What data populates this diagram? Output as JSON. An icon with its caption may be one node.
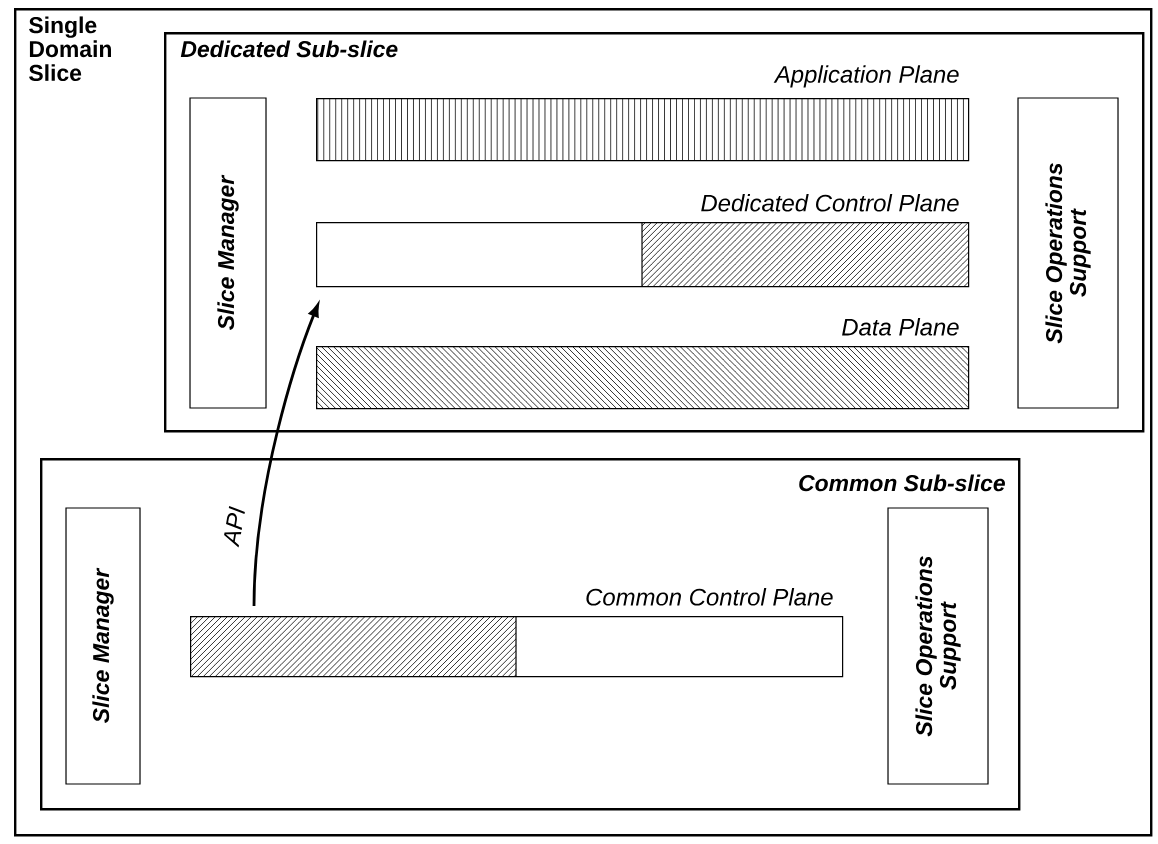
{
  "diagram": {
    "nodes": [
      {
        "text": [
          "Single Domain Slice"
        ]
      },
      {
        "text": [
          "Dedicated Sub-slice"
        ],
        "in": 0
      },
      {
        "text": [
          "Slice Manager"
        ],
        "in": 1
      },
      {
        "text": [
          "Application Plane"
        ],
        "in": 1
      },
      {
        "text": [
          "Dedicated Control Plane"
        ],
        "in": 1
      },
      {
        "text": [
          "Data Plane"
        ],
        "in": 1
      },
      {
        "text": [
          "Slice Operations Support"
        ],
        "in": 1
      },
      {
        "text": [
          "Common Sub-slice"
        ],
        "in": 0
      },
      {
        "text": [
          "Slice Manager"
        ],
        "in": 7
      },
      {
        "text": [
          "Common Control Plane"
        ],
        "in": 7
      },
      {
        "text": [
          "Slice Operations Support"
        ],
        "in": 7
      }
    ],
    "edges": [
      {
        "from": 9,
        "to": 4,
        "arrow": "to",
        "label": "API"
      }
    ]
  }
}
